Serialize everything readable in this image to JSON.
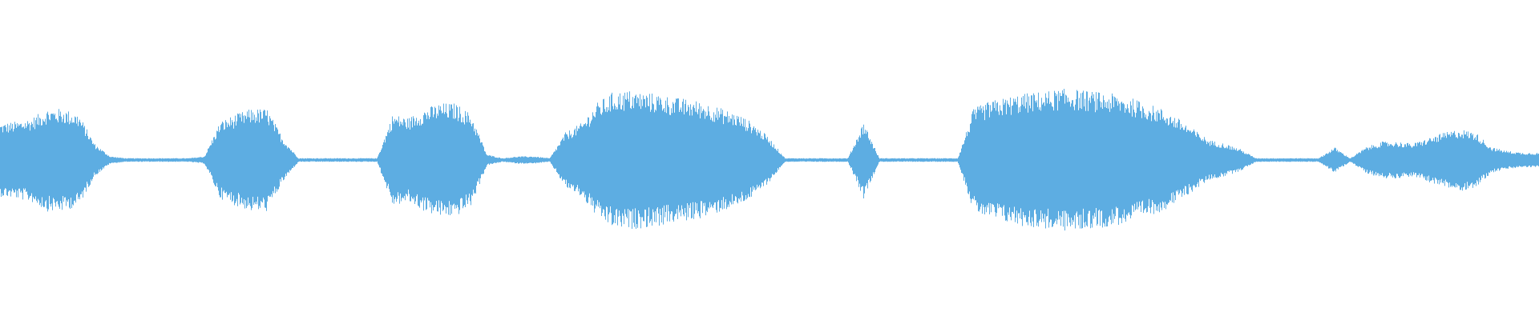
{
  "chart_data": {
    "type": "area",
    "title": "",
    "xlabel": "",
    "ylabel": "",
    "ylim": [
      -1,
      1
    ],
    "grid": false,
    "color": "#5dade2",
    "envelope_amplitude": [
      0.2,
      0.21,
      0.23,
      0.28,
      0.28,
      0.25,
      0.09,
      0.02,
      0.01,
      0.01,
      0.01,
      0.01,
      0.01,
      0.02,
      0.21,
      0.25,
      0.28,
      0.28,
      0.12,
      0.01,
      0.01,
      0.01,
      0.01,
      0.01,
      0.01,
      0.25,
      0.23,
      0.28,
      0.31,
      0.31,
      0.25,
      0.03,
      0.01,
      0.02,
      0.02,
      0.01,
      0.15,
      0.2,
      0.31,
      0.37,
      0.38,
      0.37,
      0.36,
      0.34,
      0.33,
      0.31,
      0.28,
      0.25,
      0.2,
      0.12,
      0.01,
      0.01,
      0.01,
      0.01,
      0.01,
      0.21,
      0.01,
      0.01,
      0.01,
      0.01,
      0.01,
      0.01,
      0.28,
      0.32,
      0.34,
      0.36,
      0.37,
      0.38,
      0.39,
      0.38,
      0.37,
      0.36,
      0.34,
      0.31,
      0.28,
      0.23,
      0.17,
      0.11,
      0.09,
      0.06,
      0.01,
      0.01,
      0.01,
      0.01,
      0.01,
      0.07,
      0.01,
      0.07,
      0.1,
      0.1,
      0.09,
      0.12,
      0.15,
      0.17,
      0.15,
      0.07,
      0.05,
      0.04,
      0.04
    ]
  }
}
